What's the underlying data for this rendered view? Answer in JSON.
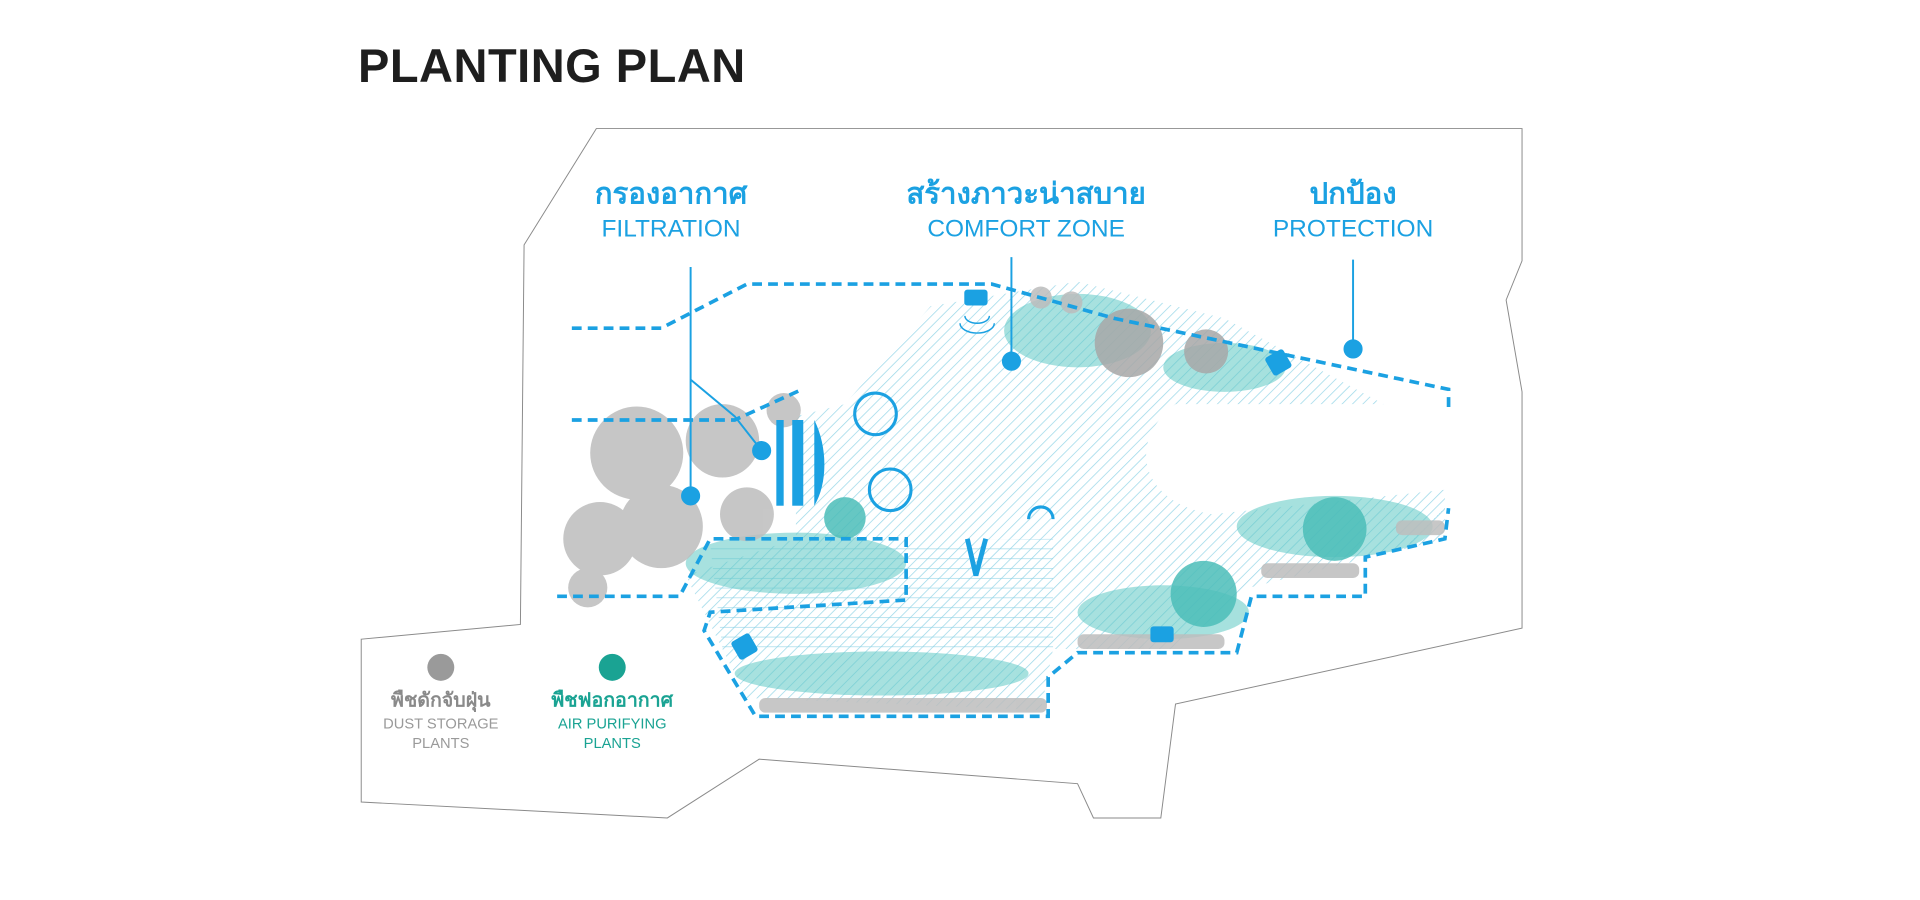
{
  "title": "PLANTING PLAN",
  "zones": [
    {
      "thai": "กรองอากาศ",
      "english": "FILTRATION"
    },
    {
      "thai": "สร้างภาวะน่าสบาย",
      "english": "COMFORT ZONE"
    },
    {
      "thai": "ปกป้อง",
      "english": "PROTECTION"
    }
  ],
  "legend": [
    {
      "thai": "พืชดักจับฝุ่น",
      "line1": "DUST STORAGE",
      "line2": "PLANTS",
      "color": "#9a9a9a"
    },
    {
      "thai": "พืชฟอกอากาศ",
      "line1": "AIR PURIFYING",
      "line2": "PLANTS",
      "color": "#1aa393"
    }
  ],
  "colors": {
    "accent": "#1ba1e2",
    "hatch": "#7fcfe0",
    "outline": "#777777"
  }
}
